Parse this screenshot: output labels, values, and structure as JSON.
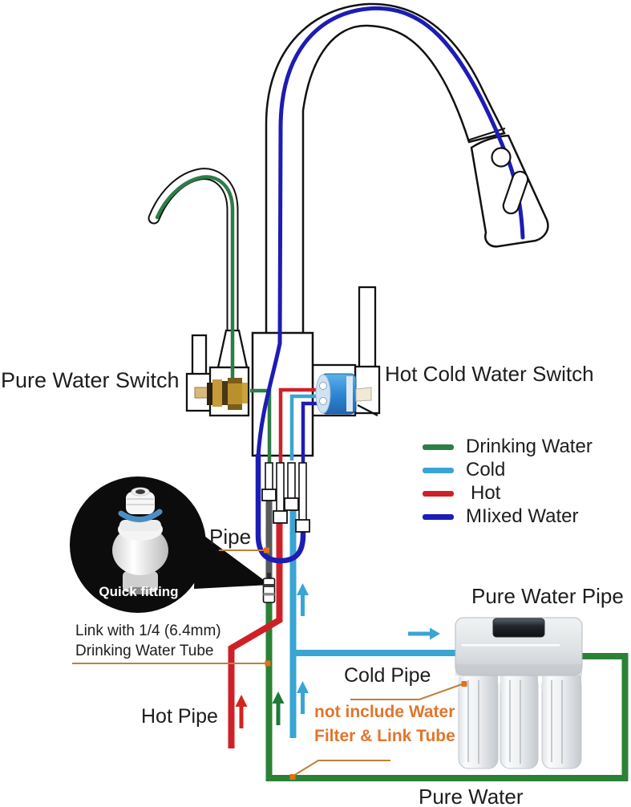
{
  "labels": {
    "pure_water_switch": "Pure Water Switch",
    "hot_cold_water_switch": "Hot Cold Water Switch",
    "pipe": "Pipe",
    "quick_fitting": "Quick fitting",
    "link_note_line1": "Link with 1/4 (6.4mm)",
    "link_note_line2": "Drinking Water Tube",
    "hot_pipe": "Hot Pipe",
    "cold_pipe": "Cold Pipe",
    "pure_water_pipe": "Pure Water Pipe",
    "filter_note_line1": "not include Water",
    "filter_note_line2": "Filter & Link Tube",
    "pure_water": "Pure Water"
  },
  "legend": {
    "items": [
      {
        "label": "Drinking Water",
        "color": "#2d7d46"
      },
      {
        "label": "Cold",
        "color": "#39a5d4"
      },
      {
        "label": "Hot",
        "color": "#cf202a"
      },
      {
        "label": "MIixed Water",
        "color": "#1d1cb5"
      }
    ]
  },
  "colors": {
    "drinking_water_green": "#2d7d46",
    "pipe_green": "#2b8135",
    "cold_cyan": "#39a5d4",
    "hot_red": "#cf2028",
    "mixed_blue": "#1d1cb5",
    "pipe_gray": "#58595b",
    "annotation_orange": "#e0762c",
    "leader_line_orange": "#c08038"
  }
}
